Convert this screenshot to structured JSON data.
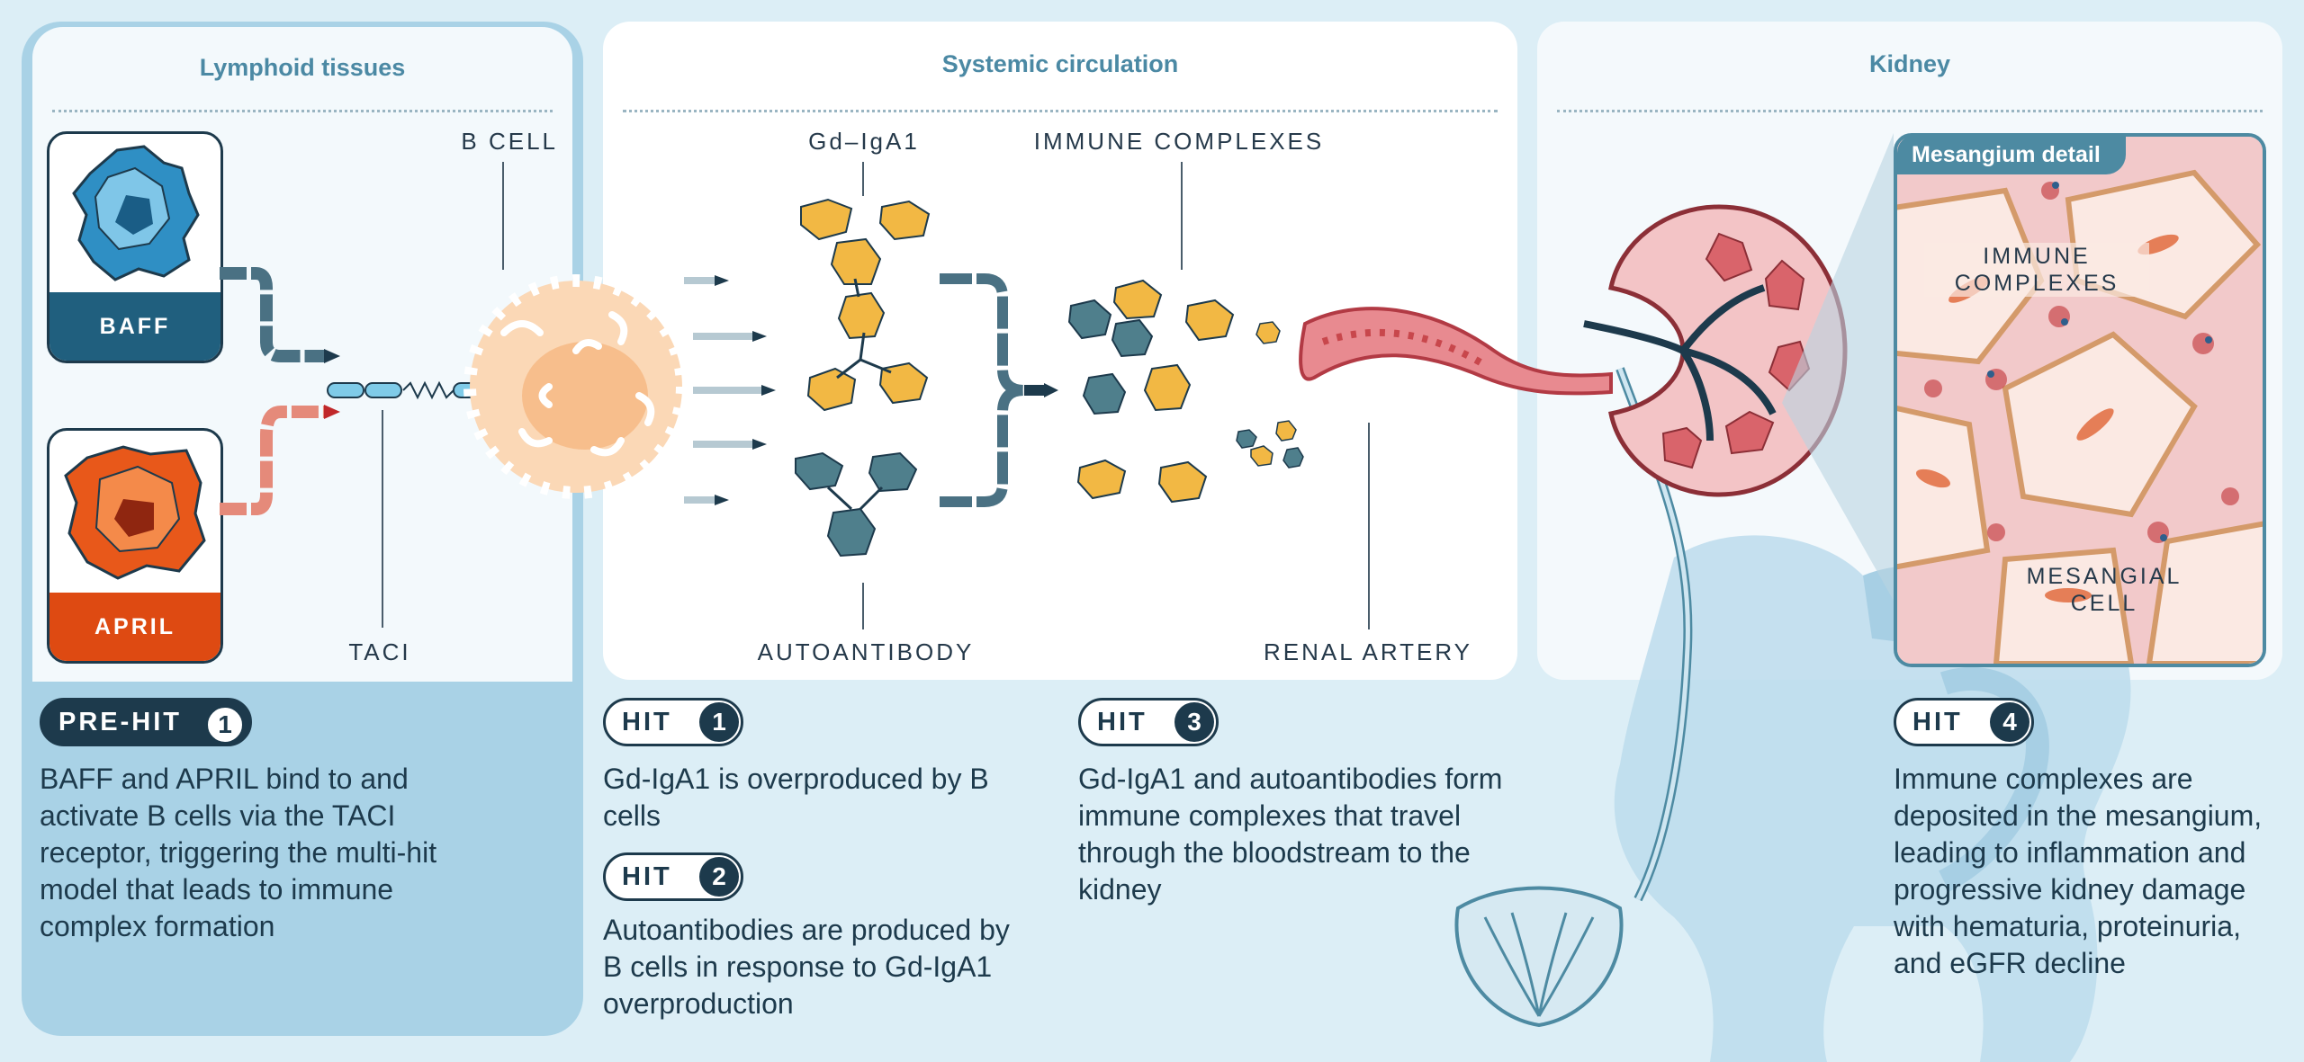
{
  "sections": {
    "lymphoid": "Lymphoid tissues",
    "systemic": "Systemic circulation",
    "kidney": "Kidney"
  },
  "labels": {
    "b_cell": "B CELL",
    "taci": "TACI",
    "baff": "BAFF",
    "april": "APRIL",
    "gd_iga1": "Gd–IgA1",
    "immune_complexes": "IMMUNE COMPLEXES",
    "autoantibody": "AUTOANTIBODY",
    "renal_artery": "RENAL ARTERY",
    "mesangium_detail": "Mesangium detail",
    "mesangium_immune_complexes": "IMMUNE COMPLEXES",
    "mesangial_cell": "MESANGIAL CELL"
  },
  "hits": {
    "pre": {
      "word": "PRE-HIT",
      "num": "1",
      "text": "BAFF and APRIL bind to and activate B cells via the TACI receptor, triggering the multi-hit model that leads to immune complex formation"
    },
    "h1": {
      "word": "HIT",
      "num": "1",
      "text": "Gd-IgA1 is overproduced by B cells"
    },
    "h2": {
      "word": "HIT",
      "num": "2",
      "text": "Autoantibodies are produced by B cells in response to Gd-IgA1 overproduction"
    },
    "h3": {
      "word": "HIT",
      "num": "3",
      "text": "Gd-IgA1 and autoantibodies form immune complexes that travel through the bloodstream to the kidney"
    },
    "h4": {
      "word": "HIT",
      "num": "4",
      "text": "Immune complexes are deposited in the mesangium, leading to inflammation and progressive kidney damage with hematuria, proteinuria, and eGFR decline"
    }
  },
  "colors": {
    "navy": "#1d3a4c",
    "baff_blue": "#2f8fc4",
    "april_orange": "#e8581a",
    "gd_iga1_gold": "#f2b844",
    "autoantibody_teal": "#4f7f8c",
    "kidney_red": "#c8474c",
    "accent_blue": "#4b89a4"
  }
}
